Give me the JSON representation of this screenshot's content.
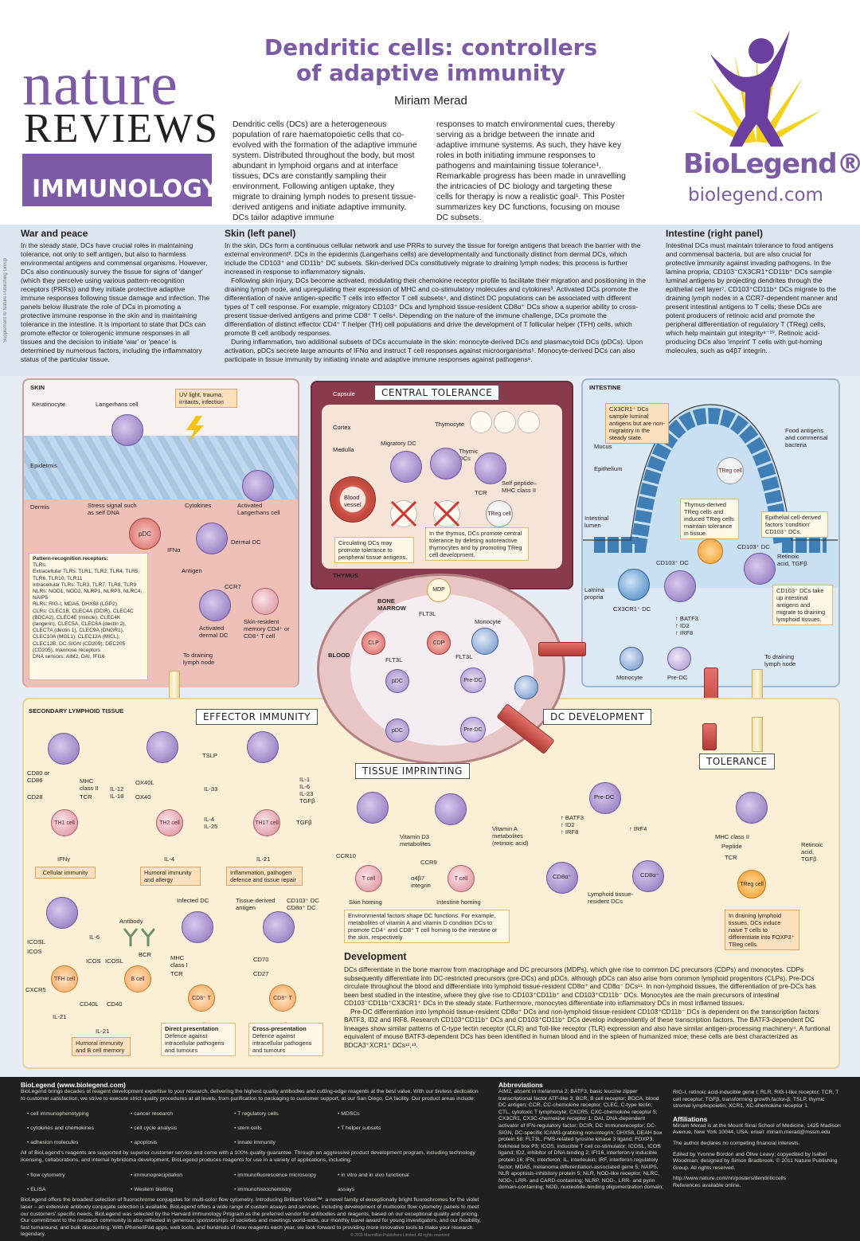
{
  "header": {
    "journal_word": "nature",
    "reviews_word": "REVIEWS",
    "subject": "IMMUNOLOGY",
    "title_line1": "Dendritic cells: controllers",
    "title_line2": "of adaptive immunity",
    "author": "Miriam Merad",
    "intro_col1": "Dendritic cells (DCs) are a heterogeneous population of rare haematopoietic cells that co-evolved with the formation of the adaptive immune system. Distributed throughout the body, but most abundant in lymphoid organs and at interface tissues, DCs are constantly sampling their environment. Following antigen uptake, they migrate to draining lymph nodes to present tissue-derived antigens and initiate adaptive immunity. DCs tailor adaptive immune",
    "intro_col2": "responses to match environmental cues, thereby serving as a bridge between the innate and adaptive immune systems. As such, they have key roles in both initiating immune responses to pathogens and maintaining tissue tolerance¹. Remarkable progress has been made in unravelling the intricacies of DC biology and targeting these cells for therapy is now a realistic goal¹. This Poster summarizes key DC functions, focusing on mouse DC subsets.",
    "sponsor": "BioLegend®",
    "sponsor_url": "biolegend.com",
    "side_credit": "Supplement to Nature Publishing Group"
  },
  "sections": {
    "war": {
      "heading": "War and peace",
      "body": "In the steady state, DCs have crucial roles in maintaining tolerance, not only to self antigen, but also to harmless environmental antigens and commensal organisms. However, DCs also continuously survey the tissue for signs of 'danger' (which they perceive using various pattern-recognition receptors (PRRs)) and they initiate protective adaptive immune responses following tissue damage and infection. The panels below illustrate the role of DCs in promoting a protective immune response in the skin and in maintaining tolerance in the intestine. It is important to state that DCs can promote effector or tolerogenic immune responses in all tissues and the decision to initiate 'war' or 'peace' is determined by numerous factors, including the inflammatory status of the particular tissue."
    },
    "skin": {
      "heading": "Skin (left panel)",
      "body1": "In the skin, DCs form a continuous cellular network and use PRRs to survey the tissue for foreign antigens that breach the barrier with the external environment². DCs in the epidermis (Langerhans cells) are developmentally and functionally distinct from dermal DCs, which include the CD103⁺ and CD11b⁺ DC subsets. Skin-derived DCs constitutively migrate to draining lymph nodes; this process is further increased in response to inflammatory signals.",
      "body2": "Following skin injury, DCs become activated, modulating their chemokine receptor profile to facilitate their migration and positioning in the draining lymph node, and upregulating their expression of MHC and co-stimulatory molecules and cytokines³. Activated DCs promote the differentiation of naive antigen-specific T cells into effector T cell subsets⁴, and distinct DC populations can be associated with different types of T cell response. For example, migratory CD103⁺ DCs and lymphoid tissue-resident CD8α⁺ DCs show a superior ability to cross-present tissue-derived antigens and prime CD8⁺ T cells⁴. Depending on the nature of the immune challenge, DCs promote the differentiation of distinct effector CD4⁺ T helper (TH) cell populations and drive the development of T follicular helper (TFH) cells, which promote B cell antibody responses.",
      "body3": "During inflammation, two additional subsets of DCs accumulate in the skin: monocyte-derived DCs and plasmacytoid DCs (pDCs). Upon activation, pDCs secrete large amounts of IFNα and instruct T cell responses against microorganisms⁵. Monocyte-derived DCs can also participate in tissue immunity by initiating innate and adaptive immune responses against pathogens⁶."
    },
    "intestine": {
      "heading": "Intestine (right panel)",
      "body": "Intestinal DCs must maintain tolerance to food antigens and commensal bacteria, but are also crucial for protective immunity against invading pathogens. In the lamina propria, CD103⁻CX3CR1⁺CD11b⁺ DCs sample luminal antigens by projecting dendrites through the epithelial cell layer⁷. CD103⁺CD11b⁺ DCs migrate to the draining lymph nodes in a CCR7-dependent manner and present intestinal antigens to T cells; these DCs are potent producers of retinoic acid and promote the peripheral differentiation of regulatory T (TReg) cells, which help maintain gut integrity⁸⁻¹⁰. Retinoic acid-producing DCs also 'imprint' T cells with gut-homing molecules, such as α4β7 integrin."
    }
  },
  "diagram": {
    "skin": {
      "panel_label": "SKIN",
      "keratinocyte": "Keratinocyte",
      "langerhans": "Langerhans cell",
      "uv_note": "UV light, trauma, irritants, infection",
      "epidermis": "Epidermis",
      "dermis": "Dermis",
      "stress_signal": "Stress signal such as self DNA",
      "cytokines": "Cytokines",
      "activated_lc": "Activated Langerhans cell",
      "pdc": "pDC",
      "ifna": "IFNα",
      "dermal_dc": "Dermal DC",
      "antigen": "Antigen",
      "ccr7": "CCR7",
      "activated_dermal": "Activated dermal DC",
      "skin_resident": "Skin-resident memory CD4⁺ or CD8⁺ T cell",
      "to_lymph": "To draining lymph node",
      "prr_title": "Pattern-recognition receptors:",
      "prr_lines": [
        "TLRs:",
        "Extracellular TLRs: TLR1, TLR2, TLR4, TLR5, TLR6, TLR10, TLR11",
        "Intracellular TLRs: TLR3, TLR7, TLR8, TLR9",
        "NLRs: NOD1, NOD2, NLRP1, NLRP3, NLRC4, NAIP5",
        "RLRs: RIG-I, MDA5, DHX58 (LGP2)",
        "CLRs: CLEC1B, CLEC4A (DCIR), CLEC4C (BDCA2), CLEC4E (mincle), CLEC4K (langerin), CLEC5A, CLEC6A (dectin 2), CLEC7A (dectin 1), CLEC9A (DNGR1), CLEC10A (MGL1), CLEC12A (MICL), CLEC12B, DC-SIGN (CD209), DEC205 (CD205), mannose receptors",
        "DNA sensors: AIM2, DAI, IFI16"
      ]
    },
    "central": {
      "title": "CENTRAL TOLERANCE",
      "capsule": "Capsule",
      "cortex": "Cortex",
      "medulla": "Medulla",
      "thymocyte": "Thymocyte",
      "migratory_dc": "Migratory DC",
      "thymic_dcs": "Thymic DCs",
      "blood_vessel": "Blood vessel",
      "tcr": "TCR",
      "self_peptide": "Self peptide–MHC class II",
      "treg": "TReg cell",
      "circ_note": "Circulating DCs may promote tolerance to peripheral tissue antigens.",
      "thymus_note": "In the thymus, DCs promote central tolerance by deleting autoreactive thymocytes and by promoting TReg cell development.",
      "thymus": "THYMUS"
    },
    "bone_marrow": {
      "label": "BONE MARROW",
      "blood": "BLOOD",
      "mdp": "MDP",
      "flt3l_1": "FLT3L",
      "flt3l_2": "FLT3L",
      "flt3l_3": "FLT3L",
      "clp": "CLP",
      "cdp": "CDP",
      "monocyte": "Monocyte",
      "pdc": "pDC",
      "pre_dc": "Pre-DC",
      "pdc2": "pDC",
      "pre_dc2": "Pre-DC"
    },
    "intestine": {
      "panel_label": "INTESTINE",
      "cx3cr1_note": "CX3CR1⁺ DCs sample luminal antigens but are non-migratory in the steady state.",
      "food": "Food antigens and commensal bacteria",
      "mucus": "Mucus",
      "epithelium": "Epithelium",
      "treg": "TReg cell",
      "lumen": "Intestinal lumen",
      "thymus_treg": "Thymus-derived TReg cells and induced TReg cells maintain tolerance in tissue.",
      "epi_note": "Epithelial cell-derived factors 'condition' CD103⁺ DCs.",
      "cd103_1": "CD103⁺ DC",
      "cd103_2": "CD103⁺ DC",
      "retinoic": "Retinoic acid, TGFβ",
      "lamina": "Lamina propria",
      "cx3cr1_dc": "CX3CR1⁺ DC",
      "batf": "↑ BATF3\n↑ ID2\n↑ IRF8",
      "cd103_note": "CD103⁺ DCs take up intestinal antigens and migrate to draining lymphoid tissues.",
      "monocyte": "Monocyte",
      "pre_dc": "Pre-DC",
      "to_lymph": "To draining lymph node"
    },
    "lower": {
      "panel_label": "SECONDARY LYMPHOID TISSUE",
      "effector_title": "EFFECTOR IMMUNITY",
      "dc_dev_title": "DC DEVELOPMENT",
      "tissue_title": "TISSUE IMPRINTING",
      "tolerance_title": "TOLERANCE",
      "th1": "TH1 cell",
      "th2": "TH2 cell",
      "th17": "TH17 cell",
      "cellular": "Cellular immunity",
      "humoral": "Humoral immunity and allergy",
      "inflam": "Inflammation, pathogen defence and tissue repair",
      "il12": "IL-12\nIL-18",
      "ifng": "IFNγ",
      "il33": "IL-33",
      "il4": "IL-4\nIL-25",
      "il4b": "IL-4",
      "tslp": "TSLP",
      "ox40l": "OX40L",
      "ox40": "OX40",
      "cd80": "CD80 or CD86",
      "cd28": "CD28",
      "mhc2": "MHC class II",
      "tcr": "TCR",
      "il1": "IL-1\nIL-6\nIL-23\nTGFβ",
      "tgfb": "TGFβ",
      "il21": "IL-21",
      "tfh": "TFH cell",
      "b_cell": "B cell",
      "il6": "IL-6",
      "icosl": "ICOSL",
      "icos": "ICOS",
      "icos2": "ICOS",
      "icosl2": "ICOSL",
      "bcr": "BCR",
      "antibody": "Antibody",
      "cxcr5": "CXCR5",
      "cd40l": "CD40L",
      "cd40": "CD40",
      "il21b": "IL-21",
      "il21c": "IL-21",
      "humoral_mem": "Humoral immunity and B cell memory",
      "infected_dc": "Infected DC",
      "tissue_derived": "Tissue-derived antigen",
      "cd103_cd8": "CD103⁺ DC CD8α⁺ DC",
      "mhc1": "MHC class I",
      "cd70": "CD70",
      "cd27": "CD27",
      "cd8t": "CD8⁺ T cell",
      "cd8t2": "CD8⁺ T cell",
      "direct": "Direct presentation",
      "direct_sub": "Defence against intracellular pathogens and tumours",
      "cross": "Cross-presentation",
      "cross_sub": "Defence against intracellular pathogens and tumours",
      "ccr10": "CCR10",
      "vitd3": "Vitamin D3 metabolites",
      "vita": "Vitamin A metabolites (retinoic acid)",
      "ccr9": "CCR9",
      "a4b7": "α4β7 integrin",
      "t_cell": "T cell",
      "t_cell2": "T cell",
      "skin_homing": "Skin homing",
      "int_homing": "Intestine homing",
      "env_note": "Environmental factors shape DC functions. For example, metabolites of vitamin A and vitamin D condition DCs to promote CD4⁺ and CD8⁺ T cell homing to the intestine or the skin, respectively.",
      "pre_dc": "Pre-DC",
      "batf3": "↑ BATF3\n↑ ID2\n↑ IRF8",
      "irf4": "↑ IRF4",
      "cd8a": "CD8α⁺",
      "cd8a2": "CD8α⁻",
      "lymphoid_res": "Lymphoid tissue-resident DCs",
      "tol_mhc": "MHC class II",
      "tol_peptide": "Peptide",
      "tol_tcr": "TCR",
      "tol_retinoic": "Retinoic acid, TGFβ",
      "tol_treg": "TReg cell",
      "tol_note": "In draining lymphoid tissues, DCs induce naive T cells to differentiate into FOXP3⁺ TReg cells."
    }
  },
  "development": {
    "heading": "Development",
    "body1": "DCs differentiate in the bone marrow from macrophage and DC precursors (MDPs), which give rise to common DC precursors (CDPs) and monocytes. CDPs subsequently differentiate into DC-restricted precursors (pre-DCs) and pDCs, although pDCs can also arise from common lymphoid progenitors (CLPs). Pre-DCs circulate throughout the blood and differentiate into lymphoid tissue-resident CD8α⁺ and CD8α⁻ DCs¹¹. In non-lymphoid tissues, the differentiation of pre-DCs has been best studied in the intestine, where they give rise to CD103⁺CD11b⁺ and CD103⁺CD11b⁻ DCs. Monocytes are the main precursors of intestinal CD103⁻CD11b⁺CX3CR1⁺ DCs in the steady state. Furthermore, monocytes differentiate into inflammatory DCs in most inflamed tissues.",
    "body2": "Pre-DC differentiation into lymphoid tissue-resident CD8α⁺ DCs and non-lymphoid tissue-resident CD103⁺CD11b⁻ DCs is dependent on the transcription factors BATF3, ID2 and IRF8. Research CD103⁺CD11b⁺ DCs and CD103⁺CD11b⁺ DCs develop independently of these transcription factors. The BATF3-dependent DC lineages show similar patterns of C-type lectin receptor (CLR) and Toll-like receptor (TLR) expression and also have similar antigen-processing machinery⁴. A funtional equivalent of mouse BATF3-dependent DCs has been identified in human blood and in the spleen of humanized mice; these cells are best characterized as BDCA3⁺XCR1⁺ DCs¹²,¹³."
  },
  "footer": {
    "bio_heading": "BioLegend (www.biolegend.com)",
    "bio_p1": "BioLegend brings decades of reagent development expertise to your research, delivering the highest quality antibodies and cutting-edge reagents at the best value. With our tireless dedication to customer satisfaction, we strive to execute strict quality procedures at all levels, from purification to packaging to customer support, at our San Diego, CA facility. Our product areas include:",
    "bullets1": [
      "• cell immunophenotyping",
      "• cancer research",
      "• T regulatory cells",
      "• MDSCs",
      "• cytokines and chemokines",
      "• cell cycle analysis",
      "• stem cells",
      "• T helper subsets",
      "• adhesion molecules",
      "• apoptosis",
      "• innate immunity",
      ""
    ],
    "bio_p2": "All of BioLegend's reagents are supported by superior customer service and come with a 100% quality guarantee. Through an aggressive product development program, including technology licensing, collaborations, and internal hybridoma development, BioLegend produces reagents for use in a variety of applications, including:",
    "bullets2": [
      "• flow cytometry",
      "• immunoprecipitation",
      "• immunofluorescence microscopy",
      "• in vitro and in vivo functional",
      "• ELISA",
      "• Western blotting",
      "• immunohistochemistry",
      "  assays"
    ],
    "bio_p3": "BioLegend offers the broadest selection of fluorochrome conjugates for multi-color flow cytometry. Introducing Brilliant Violet™: a novel family of exceptionally bright fluorochromes for the violet laser – an extensive antibody conjugate selection is available. BioLegend offers a wide range of custom assays and services, including development of multicolor flow cytometry panels to meet our customers' specific needs. BioLegend was selected by the Harvard Immunology Program as the preferred vendor for antibodies and reagents, based on our exceptional quality and pricing. Our commitment to the research community is also reflected in generous sponsorships of societies and meetings world-wide, our monthly travel award for young investigators, and our flexibility, fast turnaround, and bulk discounting. With iPhone/iPad apps, web tools, and hundreds of new reagents each year, we look forward to providing more innovative tools to make your research legendary.",
    "abbr_heading": "Abbreviations",
    "abbr_text1": "AIM2, absent in melanoma 2; BATF3, basic leucine zipper transcriptional factor ATF-like 3; BCR, B cell receptor; BDCA, blood DC antigen; CCR, CC-chemokine receptor; CLEC, C-type lectin; CTL, cytotoxic T lymphocyte; CXCR5, CXC-chemokine receptor 5; CX3CR1, CX3C-chemokine receptor 1; DAI, DNA-dependent activator of IFN-regulatory factor; DCIR, DC immunoreceptor; DC-SIGN, DC-specific ICAM3-grabbing non-integrin; DHX58, DEAH box protein 58; FLT3L, FMS-related tyrosine kinase 3 ligand; FOXP3, forkhead box P3; ICOS, inducible T cell co-stimulator; ICOSL, ICOS ligand; ID2, inhibitor of DNA binding 2; IFI16, interferon-γ inducible protein 16; IFN, interferon; IL, interleukin; IRF, interferon regulatory factor; MDA5, melanoma differentiation-associated gene 5; NAIP5, NLR apoptosis-inhibitory protein 5; NLR, NOD-like receptor; NLRC, NOD-, LRR- and CARD-containing; NLRP, NOD-, LRR- and pyrin domain-containing; NOD, nucleotide-binding oligomerization domain;",
    "abbr_text2": "RIG-I, retinoic acid-inducible gene I; RLR, RIG-I-like receptor; TCR, T cell receptor; TGFβ, transforming growth factor-β; TSLP, thymic stromal lymphopoietin; XCR1, XC-chemokine receptor 1.",
    "aff_heading": "Affiliations",
    "aff_text": "Miriam Merad is at the Mount Sinai School of Medicine, 1425 Madison Avenue, New York 10044, USA. email: miriam.merad@mssm.edu",
    "competing": "The author declares no competing financial interests.",
    "edited": "Edited by Yvonne Bordon and Olive Leavy; copyedited by Isabel Woodman; designed by Simon Bradbrook. © 2011 Nature Publishing Group. All rights reserved.",
    "web": "http://www.nature.com/nri/posters/dendriticcells",
    "refs": "References available online.",
    "copyright": "© 2011 Macmillan Publishers Limited. All rights reserved"
  },
  "colors": {
    "brand_purple": "#7c5aa6",
    "footer_bg": "#231f20",
    "skin_bg": "#f3d9d4",
    "thymus_bg": "#8a3a4d",
    "intestine_bg": "#dbe9f5",
    "lower_bg": "#fbf0d6"
  }
}
